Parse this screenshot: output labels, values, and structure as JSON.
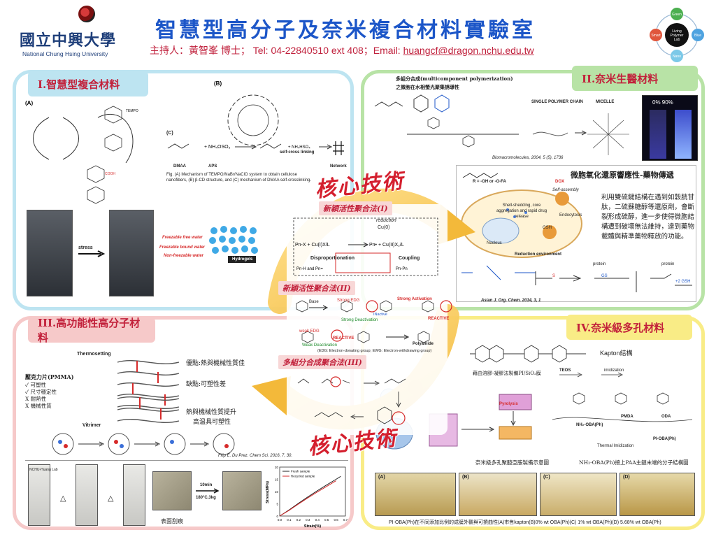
{
  "header": {
    "logo_text": "國立中興大學",
    "logo_en": "National Chung Hsing University",
    "title": "智慧型高分子及奈米複合材料實驗室",
    "contact_prefix": "主持人：黃智峯 博士； Tel: 04-22840510 ext 408；Email: ",
    "email": "huangcf@dragon.nchu.edu.tw",
    "cycle": {
      "center": "Living Polymer Lab",
      "nodes": [
        "Green",
        "Blue",
        "Nano",
        "Smart"
      ]
    }
  },
  "colors": {
    "title_blue": "#1c56c8",
    "accent_red": "#c2213b",
    "panel1": "#bde4f1",
    "panel2": "#b8e3a6",
    "panel3": "#f6c9c9",
    "panel4": "#f9ec86",
    "ring_yellow": "#f5c94a"
  },
  "center": {
    "core_top": "核心技術",
    "core_bottom": "核心技術",
    "method1": "新穎活性聚合法(I)",
    "method2": "新穎活性聚合法(II)",
    "method3": "多組分合成聚合法(III)",
    "reduction": "reduction",
    "cu0": "Cu(0)",
    "dispro": "Disproportionation",
    "coupling": "Coupling",
    "strong_activation": "Strong Activation",
    "strong_edg": "Strong EDG",
    "strong_deact": "Strong Deactivation",
    "weak_edg": "weak EDG",
    "weak_deact": "Weak Deactivation",
    "reactive": "REACTIVE",
    "inactive": "INactive",
    "polyamide": "Polyamide",
    "edg_note": "(EDG: Electron-donating group; EWG: Electron-withdrawing group)",
    "base": "Base"
  },
  "panel1": {
    "tag": "I.智慧型複合材料",
    "label_a": "(A)",
    "label_b": "(B)",
    "label_c": "(C)",
    "tempo": "TEMPO",
    "dmaa": "DMAA",
    "aps": "APS",
    "self_cross": "self-cross linking",
    "network": "Network",
    "caption": "Fig. (A) Mechanism of TEMPO/NaBr/NaClO system to obtain cellulose nanofibers, (B) β-CD structure, and (C) mechanism of DMAA self-crosslinking.",
    "stress": "stress",
    "water1": "Freezable free water",
    "water2": "Freezable bound water",
    "water3": "Non-freezable water",
    "hydrogels": "Hydrogels"
  },
  "panel2": {
    "tag": "II.奈米生醫材料",
    "heading": "多組分合成(multicomponent polymerization)",
    "subheading": "之微胞在水相螢光聚集誘導性",
    "single_chain": "SINGLE POLYMER CHAIN",
    "micelle": "MICELLE",
    "vial_pct": "0%  90%",
    "ref1": "Biomacromolecules, 2004, 5 (5), 1736",
    "redox_title": "微胞氧化還原響應性-藥物傳遞",
    "redox_desc": "利用雙硫鍵結構在遇到如穀胱甘肽，二硫蘇糖醇等還原劑，會斷裂形成硫醇，進一步使得微胞結構遭到破壞無法維持，達到藥物載體與精準藥物釋放的功能。",
    "dox": "DOX",
    "self_assembly": "Self-assembly",
    "endocytosis": "Endocytosis",
    "gsh": "GSH",
    "nucleus": "Nucleus",
    "reduction_env": "Reduction environment",
    "shell_note": "Shell-shedding, core aggregation and rapid drug release",
    "r_note": "R = -OH or -O-FA",
    "ref2": "Asian J. Org. Chem. 2014, 3, 1",
    "protein": "protein"
  },
  "panel3": {
    "tag": "III.高功能性高分子材料",
    "thermosetting": "Thermosetting",
    "vitrimer": "Vitrimer",
    "pmma_title": "壓克力片(PMMA)",
    "pmma_items": [
      "✓ 可塑性",
      "✓ 尺寸穩定性",
      "X 耐熱性",
      "X 機械性質"
    ],
    "pros": "優點:熱與機械性質佳",
    "cons": "缺點:可塑性差",
    "improve": "熱與機械性質提升",
    "improve2": "高溫具可塑性",
    "ref": "Filip E. Du Prez. Chem Sci. 2016, 7, 30.",
    "lab": "NCHU-Huang Lab",
    "delta": "△",
    "time": "10min",
    "cond": "180°C,3kg",
    "scratch": "表面刮痕",
    "legend": [
      "Fresh sample",
      "Recycled sample"
    ],
    "xlabel": "Strain(%)",
    "ylabel": "Stress(MPa)"
  },
  "panel4": {
    "tag": "IV.奈米級多孔材料",
    "kapton": "Kapton結構",
    "sol_gel": "藉由溶膠-凝膠法製備PI/SiO₂膜",
    "teos": "TEOS",
    "imidization": "imidization",
    "pmda": "PMDA",
    "oda": "ODA",
    "nh2_oba": "NH₂-OBA(Ph)",
    "thermal": "Thermal Imidization",
    "pi_oba": "PI-OBA(Ph)",
    "pyrolysis": "Pyrolysis",
    "porous_caption": "奈米級多孔聚醯亞胺製備示意圖",
    "paa_caption": "NH₂-OBA(Ph)接上PAA主鏈末端的分子結構圖",
    "photo_labels": [
      "(A)",
      "(B)",
      "(C)",
      "(D)"
    ],
    "bottom_caption": "PI-OBA(Ph)在不同添加比例的成膜外觀與可撓曲性(A)市售kapton(B)0% wt OBA(Ph)(C) 1% wt OBA(Ph)(D) 5.68% wt OBA(Ph)"
  },
  "chart_data": {
    "type": "line",
    "xlabel": "Strain(%)",
    "ylabel": "Stress(MPa)",
    "xlim": [
      0.0,
      0.7
    ],
    "ylim": [
      0,
      20
    ],
    "xticks": [
      0.0,
      0.1,
      0.2,
      0.3,
      0.4,
      0.5,
      0.6,
      0.7
    ],
    "yticks": [
      0,
      5,
      10,
      15,
      20
    ],
    "series": [
      {
        "name": "Fresh sample",
        "color": "#222222",
        "x": [
          0.0,
          0.1,
          0.2,
          0.3,
          0.4,
          0.5,
          0.6,
          0.65
        ],
        "y": [
          0,
          2.5,
          5.2,
          7.8,
          10.3,
          12.7,
          15.0,
          16.2
        ]
      },
      {
        "name": "Recycled sample",
        "color": "#d62a2a",
        "x": [
          0.0,
          0.1,
          0.2,
          0.3,
          0.4,
          0.5,
          0.6
        ],
        "y": [
          0,
          2.3,
          4.9,
          7.4,
          9.8,
          12.1,
          14.4
        ]
      }
    ]
  }
}
